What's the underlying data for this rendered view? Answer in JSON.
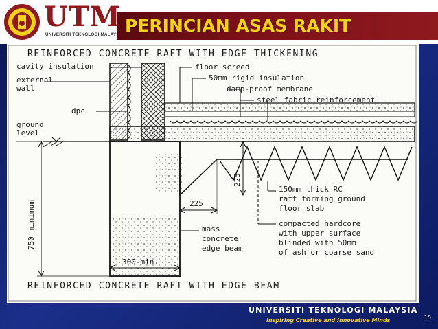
{
  "header": {
    "brand_name": "UTM",
    "brand_sub": "UNIVERSITI TEKNOLOGI MALAYSIA",
    "title": "PERINCIAN ASAS RAKIT"
  },
  "diagram": {
    "top_title": "REINFORCED CONCRETE RAFT WITH EDGE THICKENING",
    "bottom_title": "REINFORCED CONCRETE RAFT WITH EDGE BEAM",
    "labels": {
      "cavity_insulation": "cavity insulation",
      "external": "external",
      "wall": "wall",
      "dpc": "dpc",
      "ground": "ground",
      "level": "level",
      "floor_screed": "floor screed",
      "rigid_insulation": "50mm rigid insulation",
      "dpm": "damp-proof membrane",
      "steel_fabric": "steel fabric reinforcement",
      "dim_225_v": "225",
      "dim_225_h": "225",
      "dim_750": "750 minimum",
      "dim_300": "300 min.",
      "raft_line1": "150mm thick RC",
      "raft_line2": "raft forming ground",
      "raft_line3": "floor slab",
      "mass_line1": "mass",
      "mass_line2": "concrete",
      "mass_line3": "edge beam",
      "hard_line1": "compacted hardcore",
      "hard_line2": "with upper surface",
      "hard_line3": "blinded with 50mm",
      "hard_line4": "of ash or coarse sand"
    }
  },
  "footer": {
    "university": "UNIVERSITI TEKNOLOGI MALAYSIA",
    "tagline": "Inspiring Creative and Innovative Minds",
    "page_number": "15"
  },
  "colors": {
    "maroon": "#8e1a1e",
    "gold": "#f5d21a",
    "navy": "#0d1a5e"
  }
}
